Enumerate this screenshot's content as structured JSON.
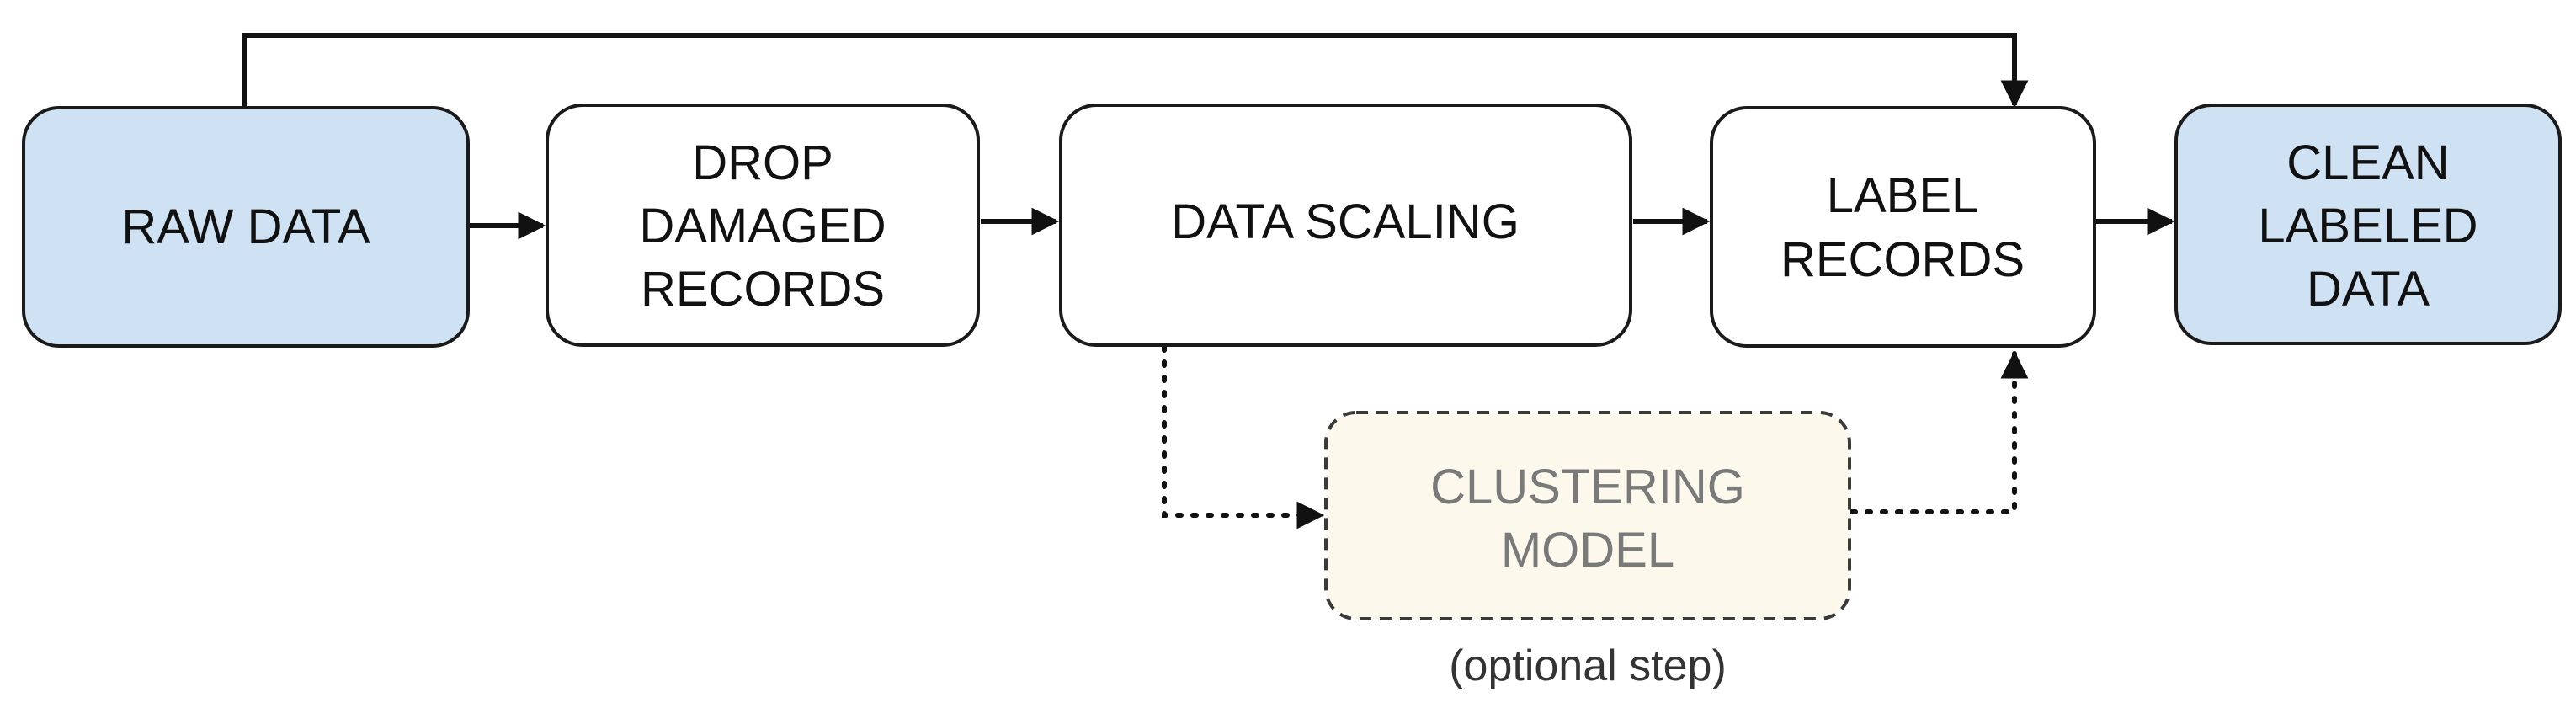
{
  "diagram": {
    "nodes": {
      "raw_data": {
        "lines": [
          "RAW DATA"
        ],
        "fill": "#cfe2f3"
      },
      "drop_damaged": {
        "lines": [
          "DROP",
          "DAMAGED",
          "RECORDS"
        ],
        "fill": "#ffffff"
      },
      "data_scaling": {
        "lines": [
          "DATA SCALING"
        ],
        "fill": "#ffffff"
      },
      "label_records": {
        "lines": [
          "LABEL",
          "RECORDS"
        ],
        "fill": "#ffffff"
      },
      "clean_labeled": {
        "lines": [
          "CLEAN",
          "LABELED",
          "DATA"
        ],
        "fill": "#cfe2f3"
      },
      "clustering_model": {
        "lines": [
          "CLUSTERING",
          "MODEL"
        ],
        "fill": "#fdf8ec",
        "text_color": "#7a7a7a"
      }
    },
    "note": "(optional step)",
    "colors": {
      "stroke": "#1a1a1a",
      "dashed_stroke": "#3a3a3a",
      "arrow": "#111111"
    }
  }
}
